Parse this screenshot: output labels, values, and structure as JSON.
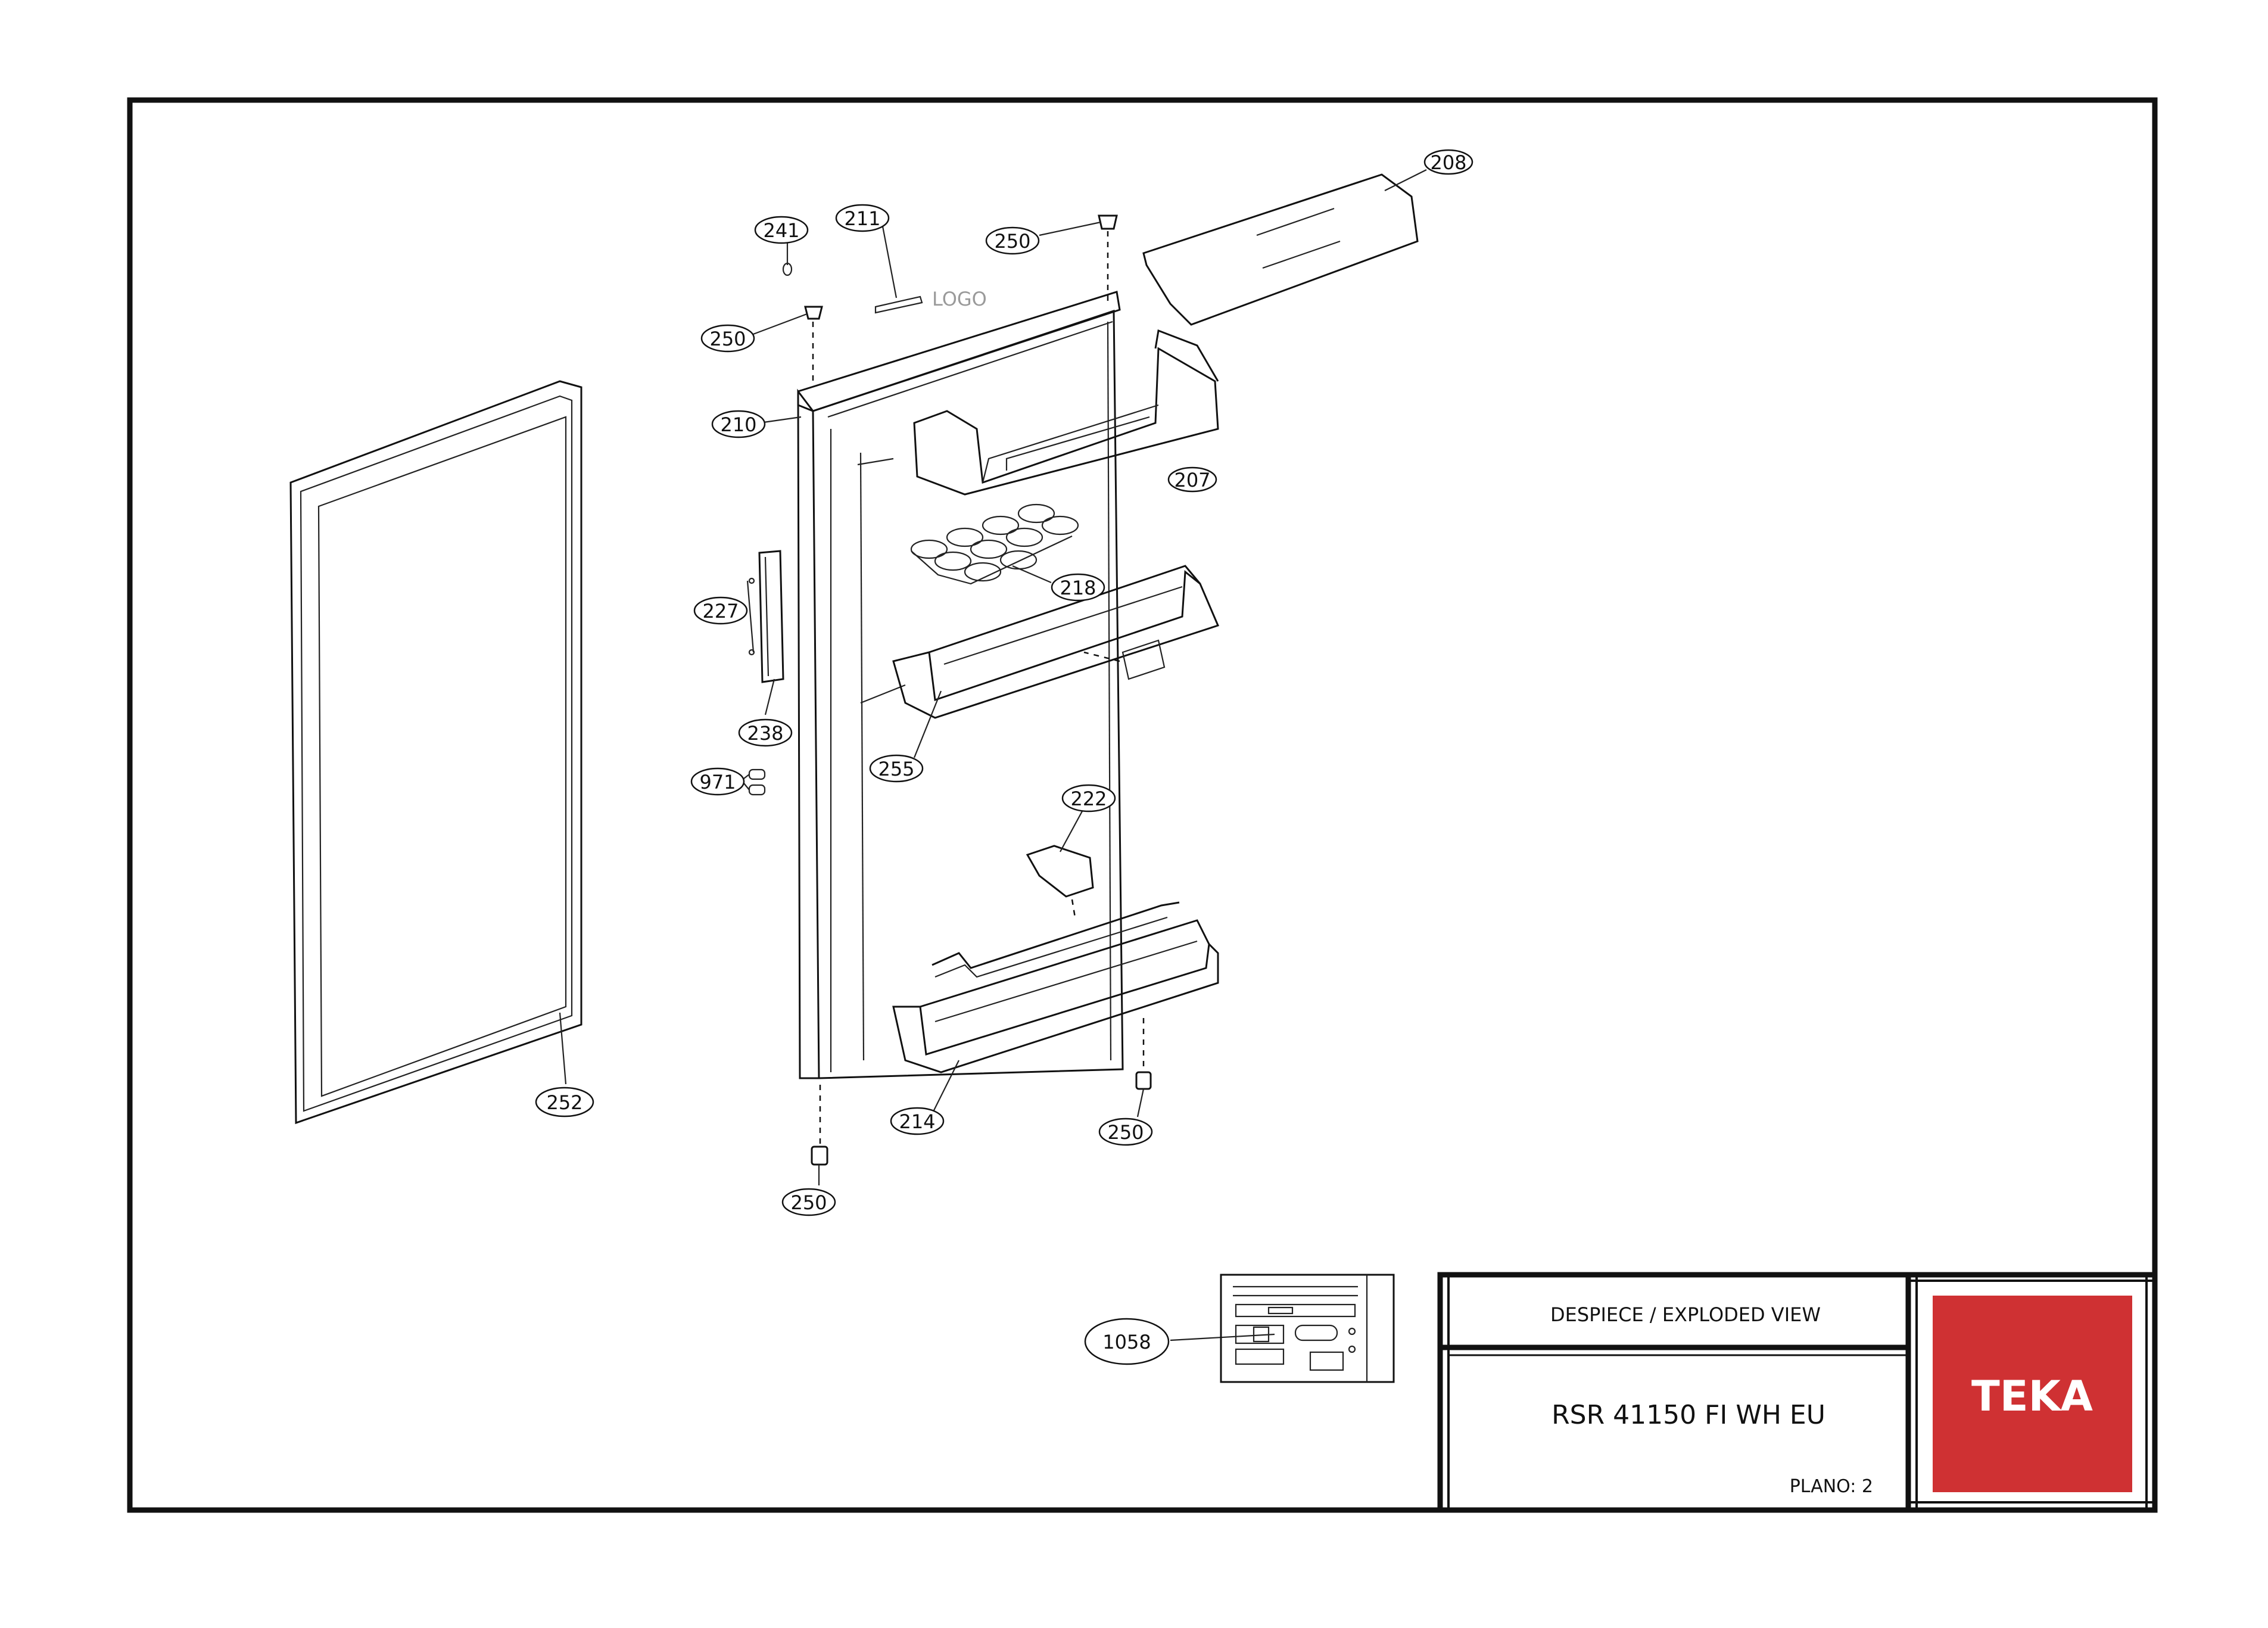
{
  "title_block": {
    "heading": "DESPIECE / EXPLODED VIEW",
    "model": "RSR 41150 FI WH EU",
    "sheet": "PLANO: 2",
    "brand": "TEKA"
  },
  "logo_placeholder": "LOGO",
  "colors": {
    "brand_red": "#CF3133",
    "line": "#111111",
    "background": "#FFFFFF"
  },
  "parts": [
    {
      "id": "p208",
      "label": "208"
    },
    {
      "id": "p211",
      "label": "211"
    },
    {
      "id": "p241",
      "label": "241"
    },
    {
      "id": "p250a",
      "label": "250"
    },
    {
      "id": "p250b",
      "label": "250"
    },
    {
      "id": "p210",
      "label": "210"
    },
    {
      "id": "p207",
      "label": "207"
    },
    {
      "id": "p218",
      "label": "218"
    },
    {
      "id": "p227",
      "label": "227"
    },
    {
      "id": "p238",
      "label": "238"
    },
    {
      "id": "p255",
      "label": "255"
    },
    {
      "id": "p971",
      "label": "971"
    },
    {
      "id": "p222",
      "label": "222"
    },
    {
      "id": "p252",
      "label": "252"
    },
    {
      "id": "p214",
      "label": "214"
    },
    {
      "id": "p250c",
      "label": "250"
    },
    {
      "id": "p250d",
      "label": "250"
    },
    {
      "id": "p1058",
      "label": "1058"
    }
  ]
}
